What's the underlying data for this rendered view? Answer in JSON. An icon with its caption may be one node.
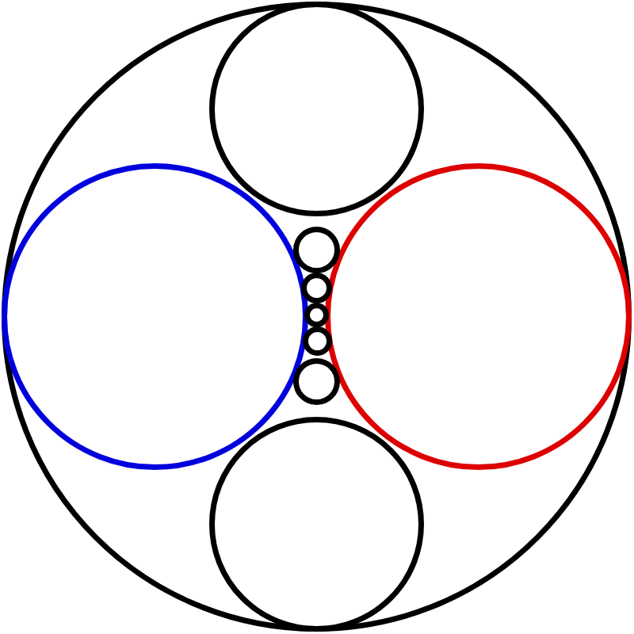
{
  "diagram": {
    "nodes": [
      {
        "text": [],
        "shape": "circle"
      },
      {
        "text": [],
        "shape": "circle",
        "in": 0
      },
      {
        "text": [],
        "shape": "circle",
        "in": 0
      },
      {
        "text": [],
        "shape": "circle",
        "in": 0
      },
      {
        "text": [],
        "shape": "circle",
        "in": 0
      },
      {
        "text": [],
        "shape": "circle",
        "in": 0
      },
      {
        "text": [],
        "shape": "circle",
        "in": 0
      },
      {
        "text": [],
        "shape": "circle",
        "in": 0
      },
      {
        "text": [],
        "shape": "circle",
        "in": 0
      },
      {
        "text": [],
        "shape": "circle",
        "in": 0
      }
    ]
  }
}
